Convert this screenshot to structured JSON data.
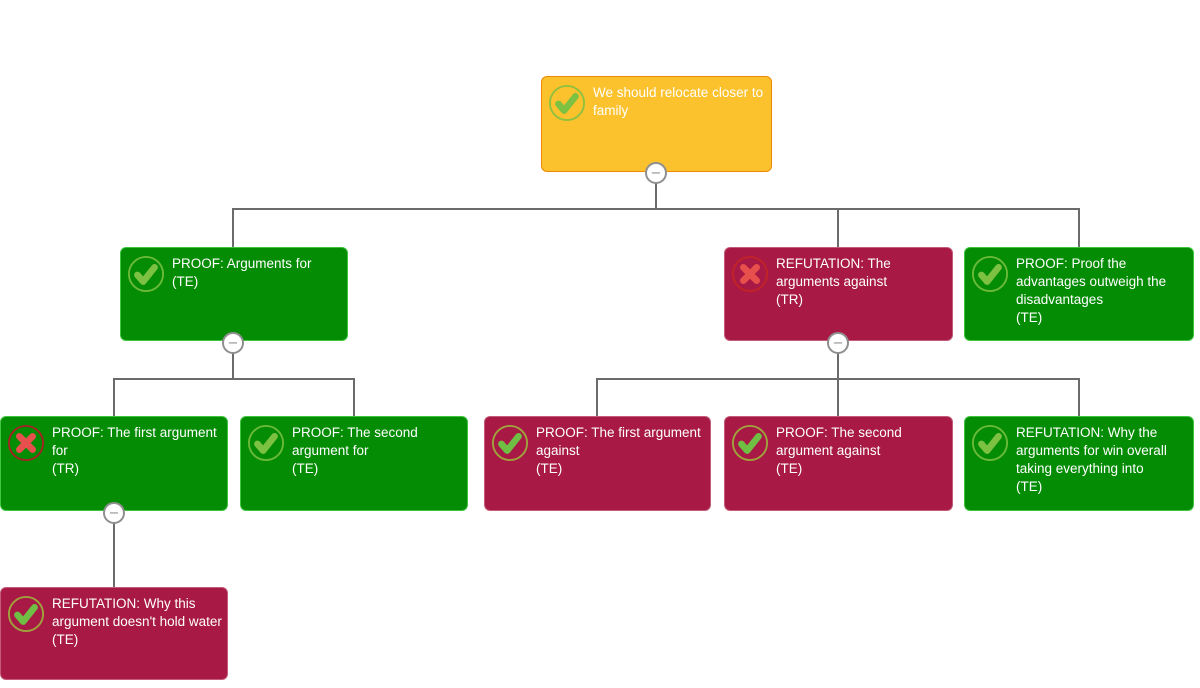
{
  "colors": {
    "topic_fill": "#FCC22D",
    "topic_border": "#F08705",
    "pro_fill": "#058C05",
    "pro_border": "#3FC43F",
    "con_fill": "#A81945",
    "con_border": "#C25C79",
    "connector_line": "#6B6B6B",
    "node_text": "#FFFFFF",
    "check_icon": "#7DC142",
    "cross_icon": "#E8504D",
    "cross_ring": "#C22326",
    "toggle_border": "#8F8F8F"
  },
  "toggle": {
    "glyph": "−"
  },
  "nodes": [
    {
      "title": "We should relocate closer to family",
      "tag": "",
      "kind": "topic",
      "icon": "check"
    },
    {
      "title": "PROOF: Arguments for",
      "tag": "(TE)",
      "kind": "pro",
      "icon": "check"
    },
    {
      "title": "REFUTATION: The arguments against",
      "tag": "(TR)",
      "kind": "con",
      "icon": "cross"
    },
    {
      "title": "PROOF: Proof the advantages outweigh the disadvantages",
      "tag": "(TE)",
      "kind": "pro",
      "icon": "check"
    },
    {
      "title": "PROOF: The first argument for",
      "tag": "(TR)",
      "kind": "pro",
      "icon": "cross"
    },
    {
      "title": "PROOF: The second argument for",
      "tag": "(TE)",
      "kind": "pro",
      "icon": "check"
    },
    {
      "title": "PROOF: The first argument against",
      "tag": "(TE)",
      "kind": "con",
      "icon": "check"
    },
    {
      "title": "PROOF: The second argument against",
      "tag": "(TE)",
      "kind": "con",
      "icon": "check"
    },
    {
      "title": "REFUTATION: Why the arguments for win overall taking everything into",
      "tag": "(TE)",
      "kind": "pro",
      "icon": "check"
    },
    {
      "title": "REFUTATION: Why this argument doesn't hold water",
      "tag": "(TE)",
      "kind": "con",
      "icon": "check"
    }
  ]
}
